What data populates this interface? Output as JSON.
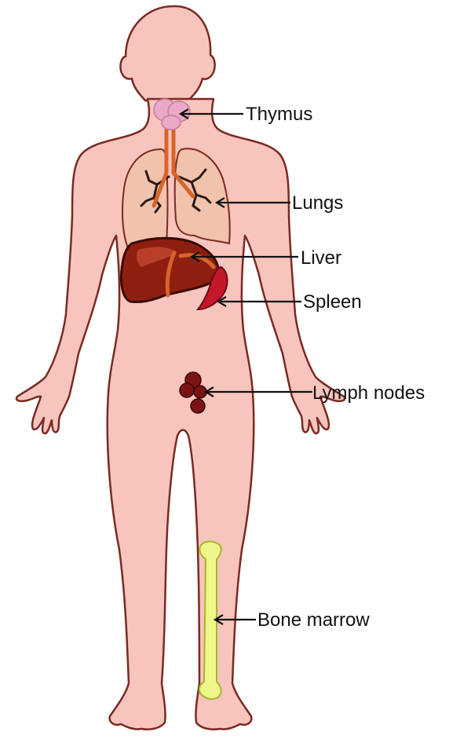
{
  "colors": {
    "skin": "#f7c5bd",
    "outline": "#7a2a22",
    "lung": "#f1c2ac",
    "liver": "#8e1f10",
    "liver_highlight": "#b8402a",
    "spleen": "#c5172a",
    "trachea": "#d8642a",
    "thymus": "#e9a9c8",
    "lymph": "#7a1414",
    "bone": "#eef78a",
    "bone_outline": "#a9b42a",
    "arrow": "#111111"
  },
  "labels": {
    "thymus": "Thymus",
    "lungs": "Lungs",
    "liver": "Liver",
    "spleen": "Spleen",
    "lymph_nodes": "Lymph nodes",
    "bone_marrow": "Bone marrow"
  }
}
